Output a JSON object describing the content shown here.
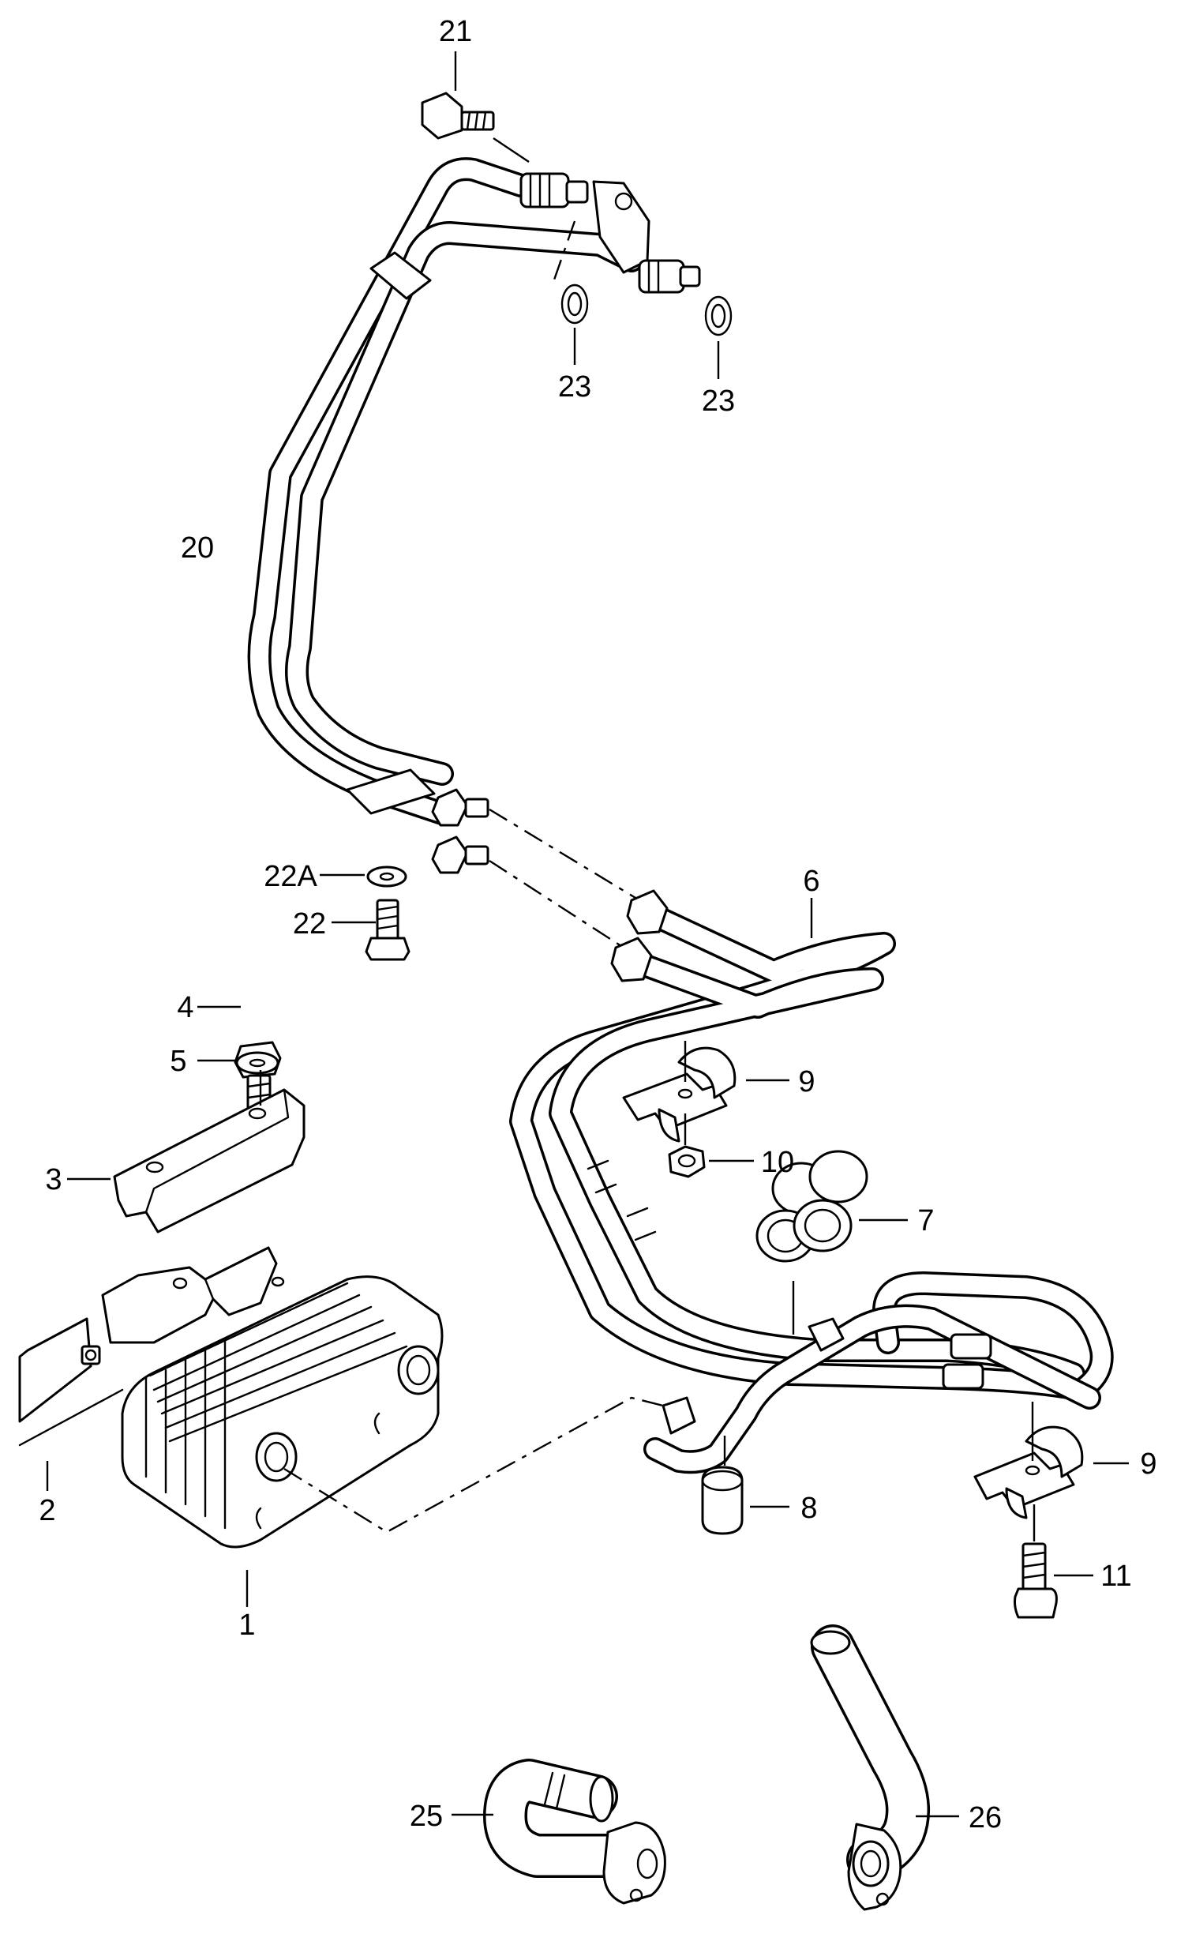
{
  "callouts": [
    {
      "id": "c21",
      "text": "21"
    },
    {
      "id": "c23a",
      "text": "23"
    },
    {
      "id": "c23b",
      "text": "23"
    },
    {
      "id": "c20",
      "text": "20"
    },
    {
      "id": "c22a",
      "text": "22A"
    },
    {
      "id": "c22",
      "text": "22"
    },
    {
      "id": "c6",
      "text": "6"
    },
    {
      "id": "c4",
      "text": "4"
    },
    {
      "id": "c5",
      "text": "5"
    },
    {
      "id": "c9a",
      "text": "9"
    },
    {
      "id": "c10",
      "text": "10"
    },
    {
      "id": "c3",
      "text": "3"
    },
    {
      "id": "c7",
      "text": "7"
    },
    {
      "id": "c2",
      "text": "2"
    },
    {
      "id": "c9b",
      "text": "9"
    },
    {
      "id": "c8",
      "text": "8"
    },
    {
      "id": "c1",
      "text": "1"
    },
    {
      "id": "c11",
      "text": "11"
    },
    {
      "id": "c25",
      "text": "25"
    },
    {
      "id": "c26",
      "text": "26"
    }
  ]
}
